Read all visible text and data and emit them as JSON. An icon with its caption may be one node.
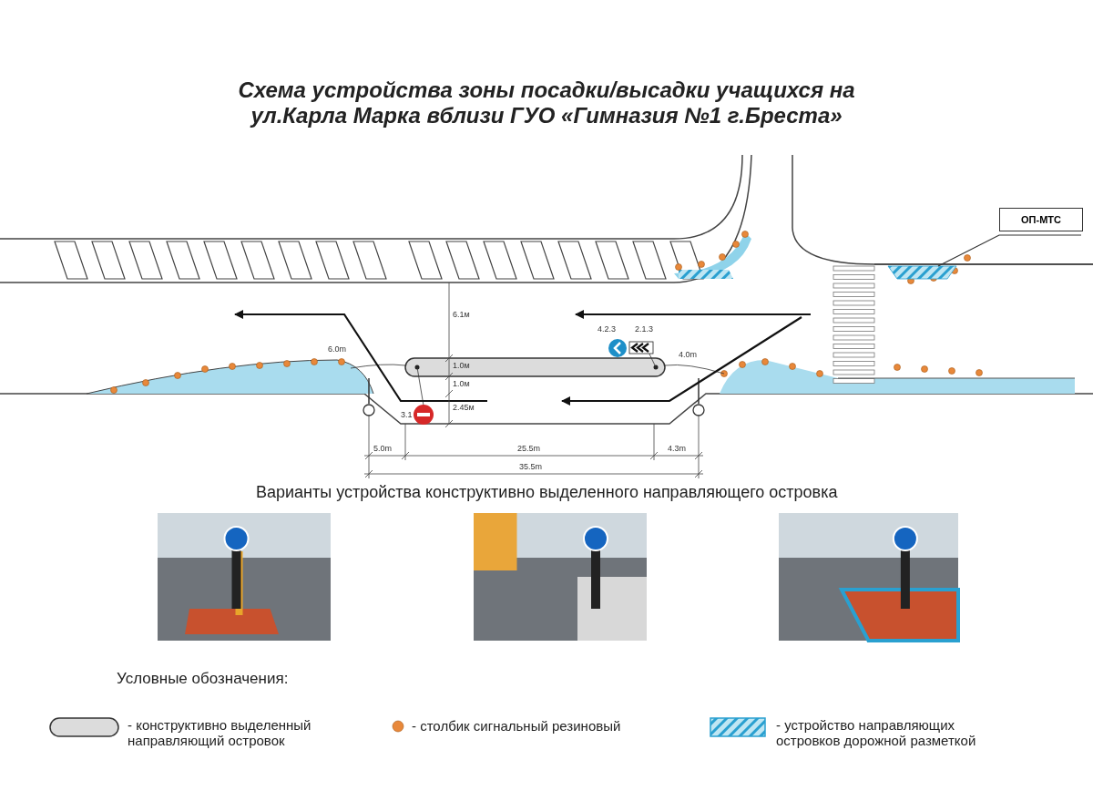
{
  "diagram": {
    "title": "Схема устройства зоны посадки/высадки учащихся на ул.Карла Марка вблизи ГУО «Гимназия №1 г.Бреста»",
    "nodes": [
      {
        "text": [
          "ОП-МТС"
        ]
      },
      {
        "text": [],
        "shape": "box"
      }
    ],
    "edges": [
      {
        "from": 0,
        "to": 1,
        "arrow": "none"
      }
    ],
    "labels": [
      "4.2.3",
      "2.1.3",
      "6.1м",
      "6.0m",
      "1.0м",
      "4.0m",
      "1.0м",
      "3.1",
      "2.45м",
      "5.0m",
      "25.5m",
      "4.3m",
      "35.5m",
      "Варианты устройства конструктивно выделенного направляющего островка",
      "Условные обозначения:"
    ],
    "legend": [
      {
        "text": "- конструктивно выделенный направляющий островок"
      },
      {
        "text": "- столбик сигнальный резиновый",
        "color": "#e8883a"
      },
      {
        "text": "- устройство направляющих островков дорожной разметкой"
      }
    ]
  }
}
